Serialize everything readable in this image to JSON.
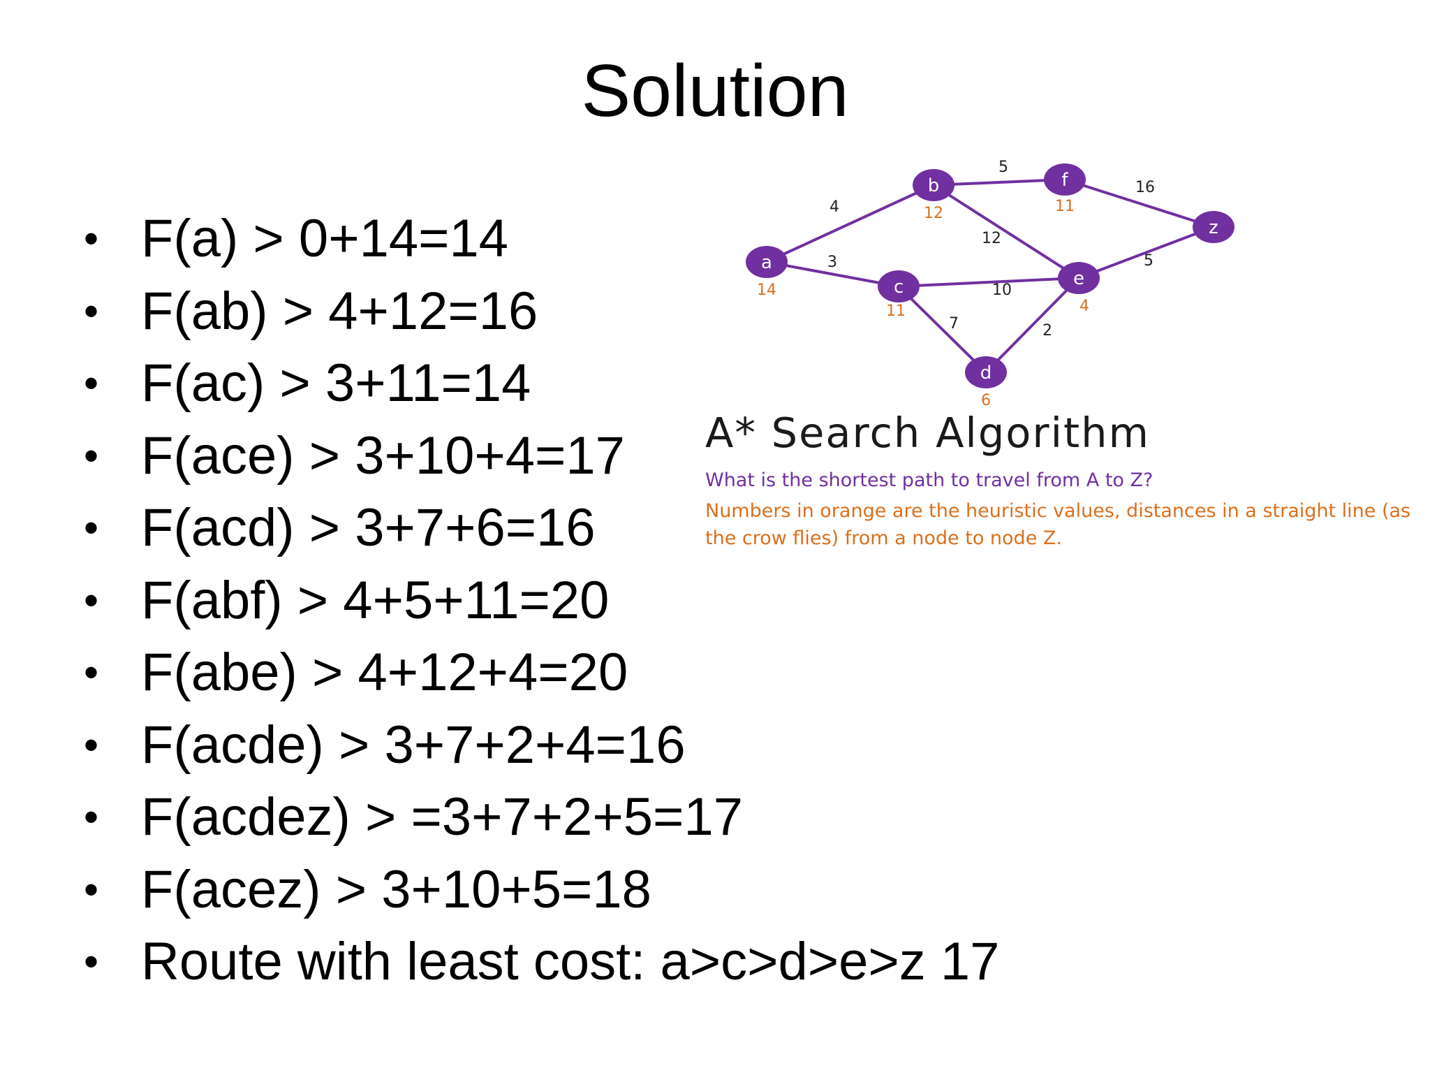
{
  "title": "Solution",
  "bullets": [
    "F(a) > 0+14=14",
    "F(ab) > 4+12=16",
    "F(ac) > 3+11=14",
    "F(ace) > 3+10+4=17",
    "F(acd) > 3+7+6=16",
    "F(abf) > 4+5+11=20",
    "F(abe) > 4+12+4=20",
    "F(acde) > 3+7+2+4=16",
    "F(acdez) > =3+7+2+5=17",
    "F(acez) > 3+10+5=18",
    "Route with least cost: a>c>d>e>z 17"
  ],
  "bullet_glyph": "•",
  "graph": {
    "node_color": "#7030a0",
    "edge_color": "#7030a0",
    "heuristic_color": "#d9701e",
    "nodes": [
      {
        "id": "a",
        "label": "a",
        "heuristic": "14"
      },
      {
        "id": "b",
        "label": "b",
        "heuristic": "12"
      },
      {
        "id": "c",
        "label": "c",
        "heuristic": "11"
      },
      {
        "id": "d",
        "label": "d",
        "heuristic": "6"
      },
      {
        "id": "e",
        "label": "e",
        "heuristic": "4"
      },
      {
        "id": "f",
        "label": "f",
        "heuristic": "11"
      },
      {
        "id": "z",
        "label": "z",
        "heuristic": ""
      }
    ],
    "edges": [
      {
        "from": "a",
        "to": "b",
        "weight": "4"
      },
      {
        "from": "a",
        "to": "c",
        "weight": "3"
      },
      {
        "from": "b",
        "to": "f",
        "weight": "5"
      },
      {
        "from": "b",
        "to": "e",
        "weight": "12"
      },
      {
        "from": "c",
        "to": "e",
        "weight": "10"
      },
      {
        "from": "c",
        "to": "d",
        "weight": "7"
      },
      {
        "from": "d",
        "to": "e",
        "weight": "2"
      },
      {
        "from": "f",
        "to": "z",
        "weight": "16"
      },
      {
        "from": "e",
        "to": "z",
        "weight": "5"
      }
    ]
  },
  "algorithm_title": "A* Search Algorithm",
  "question": "What is the shortest path to travel from A to Z?",
  "heuristic_note": "Numbers in orange are the heuristic values, distances in a straight line (as the crow flies) from a node to node Z."
}
